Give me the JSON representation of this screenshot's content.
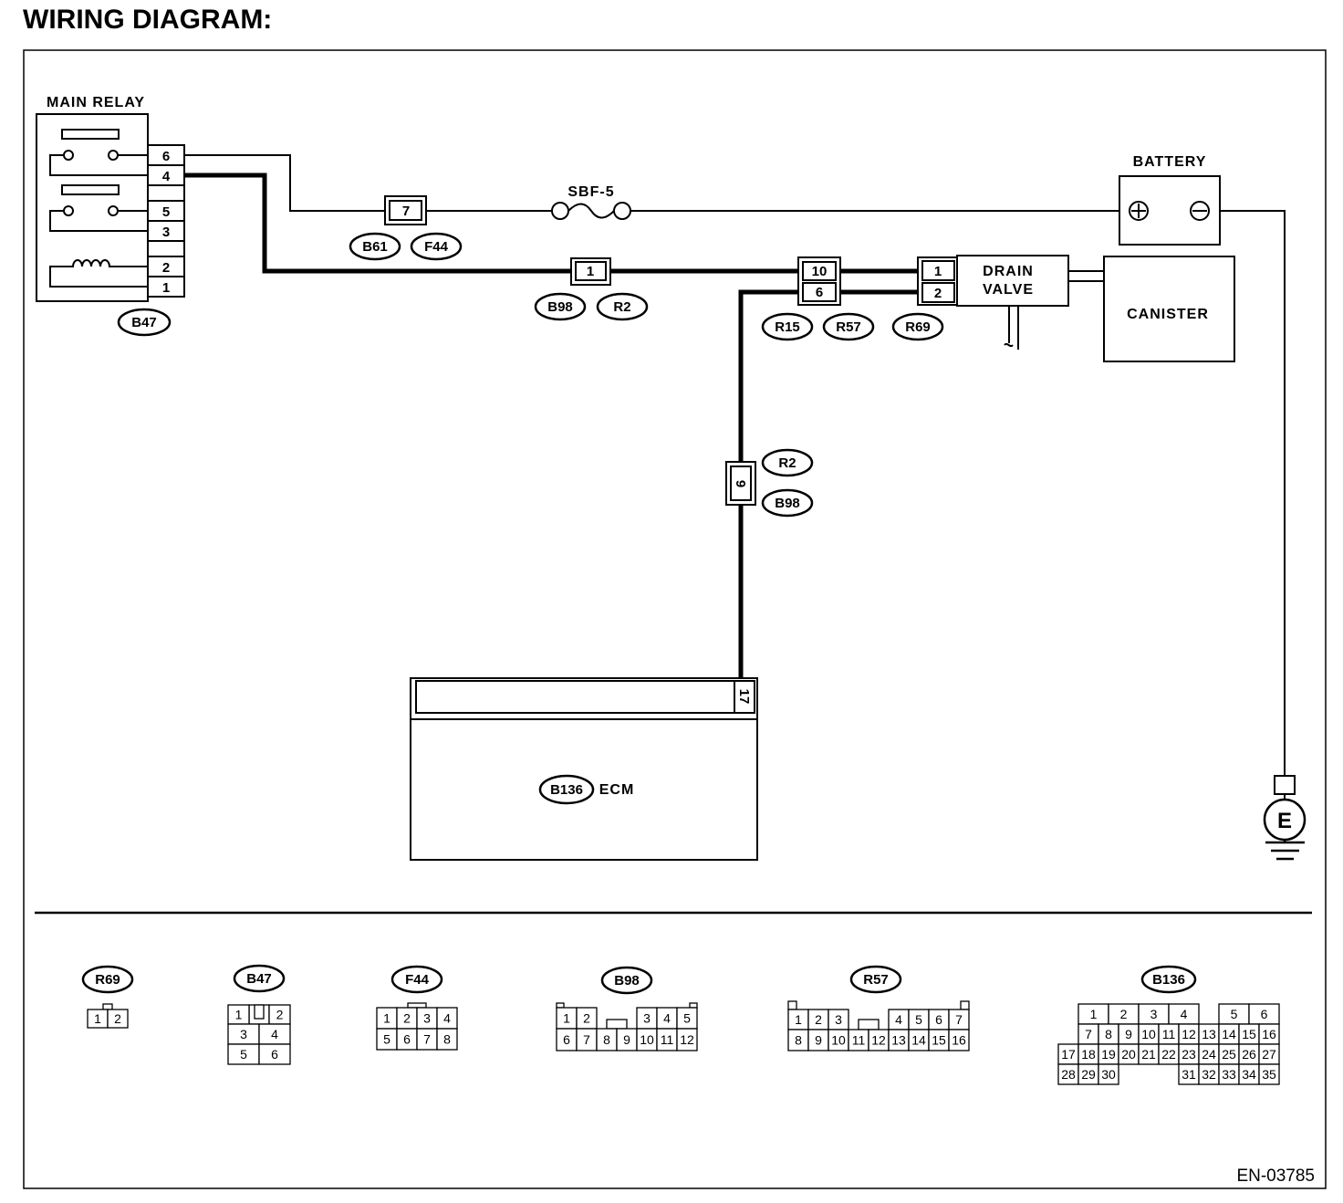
{
  "title": "WIRING DIAGRAM:",
  "colors": {
    "ink": "#000000",
    "paper": "#ffffff"
  },
  "main_relay": {
    "label": "MAIN RELAY",
    "connector": "B47",
    "pins": [
      "6",
      "4",
      "5",
      "3",
      "2",
      "1"
    ]
  },
  "junctions": {
    "j7": {
      "pin": "7",
      "labels": [
        "B61",
        "F44"
      ]
    },
    "j1": {
      "pin": "1",
      "labels": [
        "B98",
        "R2"
      ]
    },
    "j10_6": {
      "pins": [
        "10",
        "6"
      ],
      "labels": [
        "R15",
        "R57"
      ]
    },
    "j9": {
      "pin": "9",
      "labels": [
        "R2",
        "B98"
      ]
    }
  },
  "fuse": {
    "label": "SBF-5"
  },
  "battery": {
    "label": "BATTERY"
  },
  "drain_valve": {
    "label_lines": [
      "DRAIN",
      "VALVE"
    ],
    "connector": "R69",
    "pins": [
      "1",
      "2"
    ]
  },
  "canister": {
    "label": "CANISTER"
  },
  "ecm": {
    "label": "ECM",
    "connector": "B136",
    "pin": "17"
  },
  "ground": {
    "label": "E"
  },
  "connector_views": [
    {
      "id": "R69",
      "pins": [
        "1",
        "2"
      ]
    },
    {
      "id": "B47",
      "pins": [
        "1",
        "2",
        "3",
        "4",
        "5",
        "6"
      ]
    },
    {
      "id": "F44",
      "pins": [
        "1",
        "2",
        "3",
        "4",
        "5",
        "6",
        "7",
        "8"
      ]
    },
    {
      "id": "B98",
      "pins": [
        "1",
        "2",
        "3",
        "4",
        "5",
        "6",
        "7",
        "8",
        "9",
        "10",
        "11",
        "12"
      ]
    },
    {
      "id": "R57",
      "pins": [
        "1",
        "2",
        "3",
        "4",
        "5",
        "6",
        "7",
        "8",
        "9",
        "10",
        "11",
        "12",
        "13",
        "14",
        "15",
        "16"
      ]
    },
    {
      "id": "B136",
      "pins": [
        "1",
        "2",
        "3",
        "4",
        "5",
        "6",
        "7",
        "8",
        "9",
        "10",
        "11",
        "12",
        "13",
        "14",
        "15",
        "16",
        "17",
        "18",
        "19",
        "20",
        "21",
        "22",
        "23",
        "24",
        "25",
        "26",
        "27",
        "28",
        "29",
        "30",
        "31",
        "32",
        "33",
        "34",
        "35"
      ]
    }
  ],
  "figure_code": "EN-03785"
}
